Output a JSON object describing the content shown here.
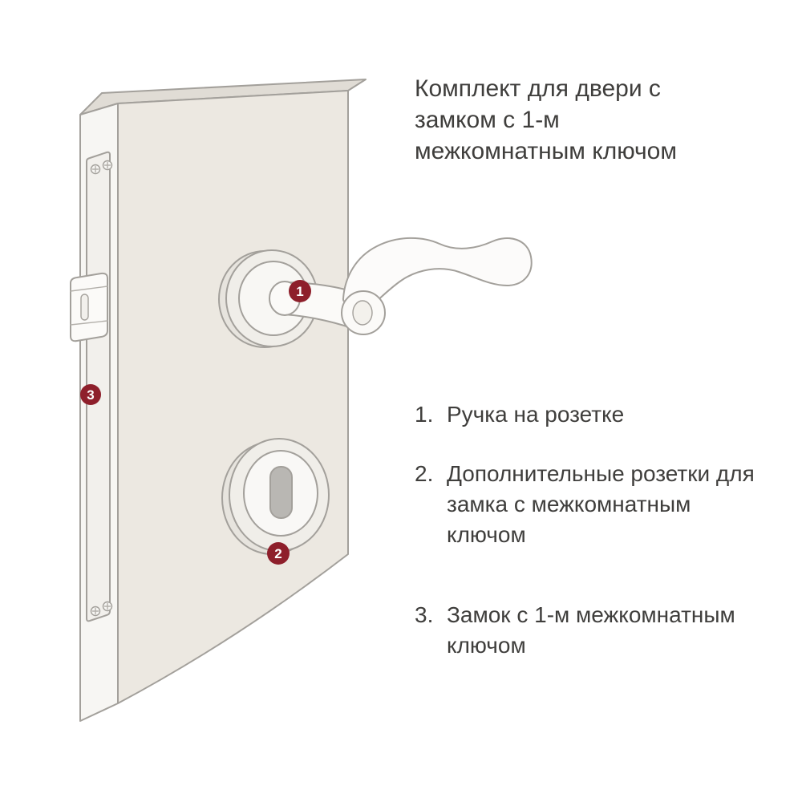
{
  "title": {
    "lines": [
      "Комплект для двери с",
      "замком с 1-м",
      "межкомнатным ключом"
    ]
  },
  "legend": {
    "items": [
      {
        "number": "1.",
        "lines": [
          "Ручка на розетке"
        ]
      },
      {
        "number": "2.",
        "lines": [
          "Дополнительные розетки для",
          "замка с межкомнатным",
          "ключом"
        ]
      },
      {
        "number": "3.",
        "lines": [
          "Замок с 1-м межкомнатным",
          "ключом"
        ]
      }
    ]
  },
  "markers": [
    {
      "label": "1"
    },
    {
      "label": "2"
    },
    {
      "label": "3"
    }
  ],
  "colors": {
    "marker": "#8e1f2b",
    "outline": "#a3a09b",
    "text": "#3f3e3c",
    "door_face": "#ece8e1"
  }
}
